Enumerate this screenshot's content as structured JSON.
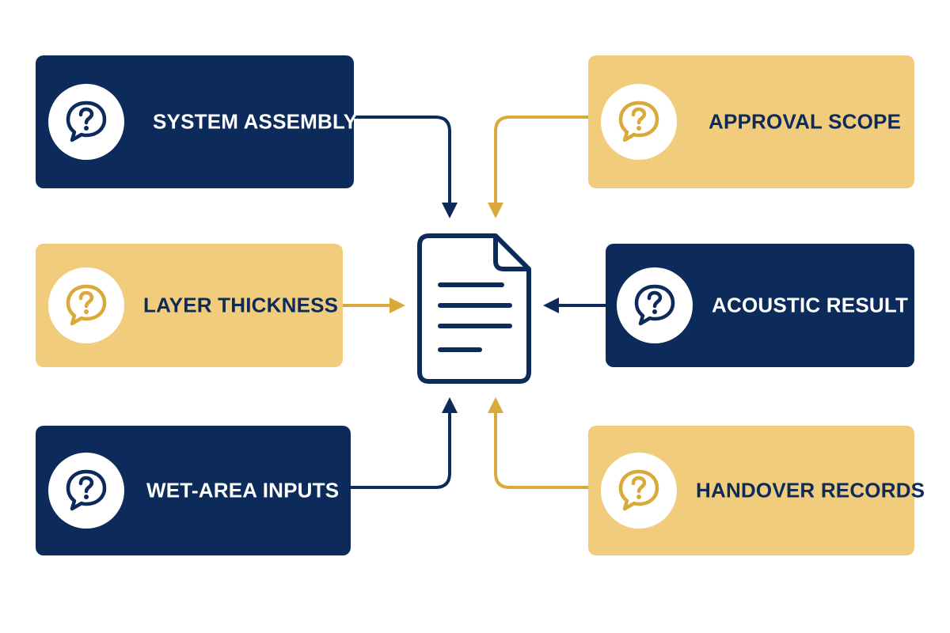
{
  "cards": {
    "system_assembly": {
      "label": "SYSTEM ASSEMBLY",
      "icon": "question-bubble-icon",
      "theme": "navy"
    },
    "layer_thickness": {
      "label": "LAYER THICKNESS",
      "icon": "question-bubble-icon",
      "theme": "gold"
    },
    "wet_area_inputs": {
      "label": "WET-AREA INPUTS",
      "icon": "question-bubble-icon",
      "theme": "navy"
    },
    "approval_scope": {
      "label": "APPROVAL SCOPE",
      "icon": "question-bubble-icon",
      "theme": "gold"
    },
    "acoustic_result": {
      "label": "ACOUSTIC RESULT",
      "icon": "question-bubble-icon",
      "theme": "navy"
    },
    "handover_records": {
      "label": "HANDOVER RECORDS",
      "icon": "question-bubble-icon",
      "theme": "gold"
    }
  },
  "center": {
    "icon": "document-icon"
  },
  "colors": {
    "navy": "#0c2b5a",
    "gold": "#f0cc7c",
    "gold_line": "#d9a93c",
    "white": "#ffffff"
  }
}
